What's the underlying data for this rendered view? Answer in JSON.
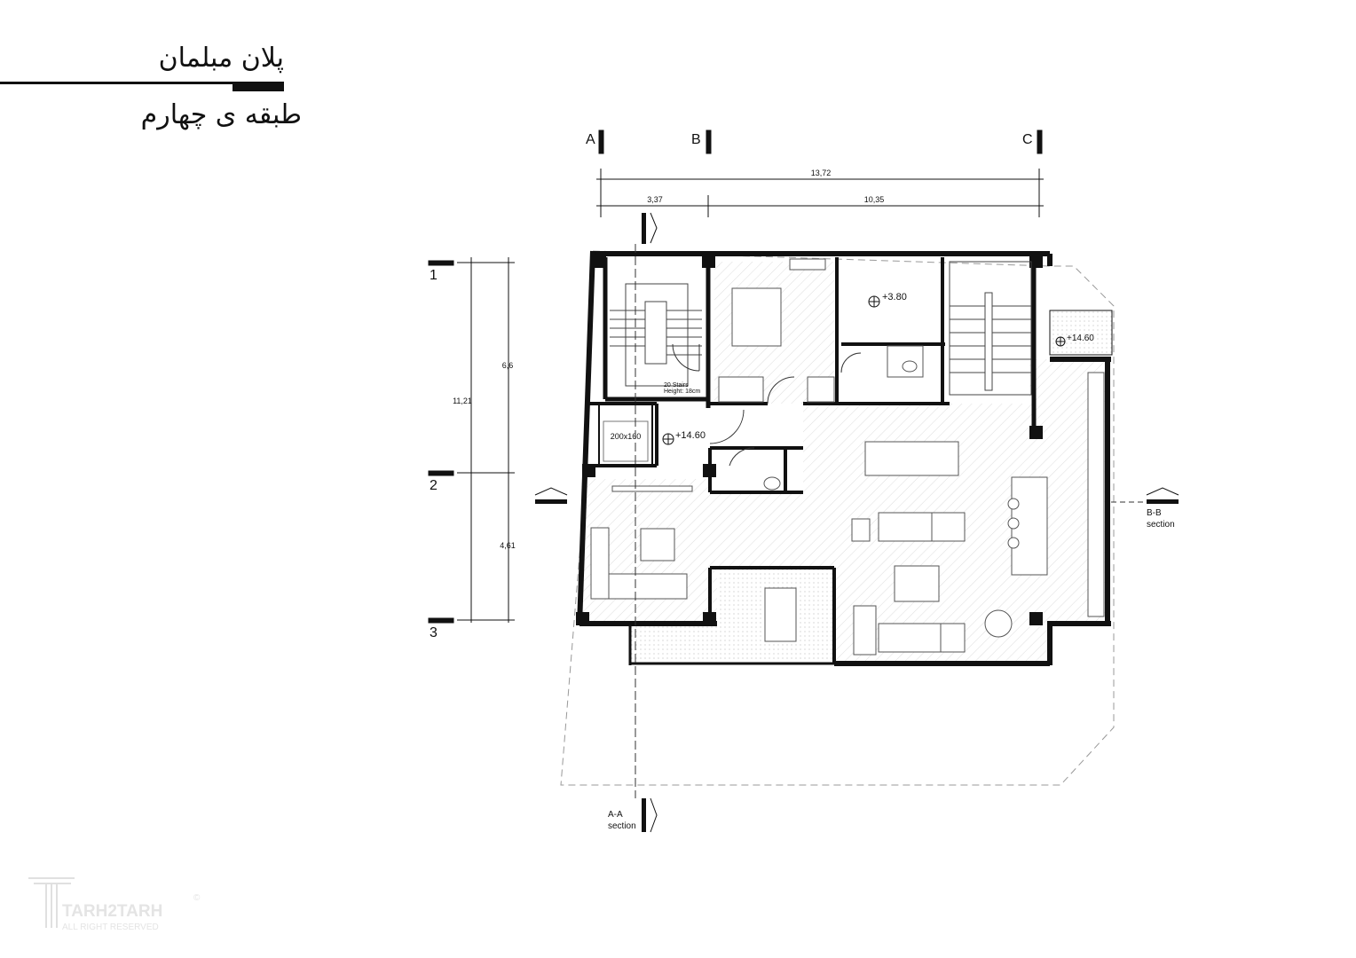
{
  "title": {
    "main": "پلان مبلمان",
    "floor": "طبقه ی چهارم"
  },
  "grid": {
    "columns": [
      "A",
      "B",
      "C"
    ],
    "rows": [
      "1",
      "2",
      "3"
    ]
  },
  "dimensions": {
    "total_width": "13,72",
    "span_ab": "3,37",
    "span_bc": "10,35",
    "total_depth": "11,21",
    "span_12": "6,6",
    "span_23": "4,61"
  },
  "levels": {
    "void": "+3.80",
    "lobby": "+14.60",
    "terrace": "+14.60"
  },
  "labels": {
    "elevator": "200x160",
    "stairs_count": "20 Stairs",
    "stairs_height": "Height: 18cm"
  },
  "sections": {
    "aa_name": "A-A",
    "aa_word": "section",
    "bb_name": "B-B",
    "bb_word": "section"
  },
  "watermark": {
    "brand": "TARH2TARH",
    "rights": "ALL RIGHT RESERVED",
    "mark": "©"
  }
}
